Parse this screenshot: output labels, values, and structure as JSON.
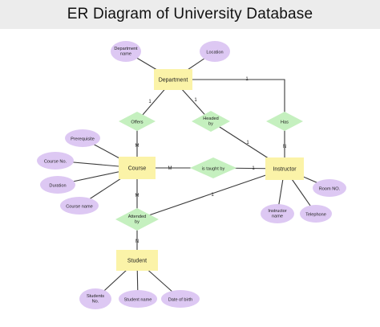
{
  "title": "ER Diagram of University Database",
  "colors": {
    "entity_fill": "#fbf3a8",
    "attribute_fill": "#ddc8f3",
    "relationship_fill": "#c5f0bf",
    "line": "#3a3a3a",
    "title_bg": "#ececec"
  },
  "entities": {
    "department": "Department",
    "course": "Course",
    "instructor": "Instructor",
    "student": "Student"
  },
  "relationships": {
    "offers": "Offers",
    "headed_by": "Headed by",
    "has": "Has",
    "is_taught_by": "is taught by",
    "attended_by": "Attended by"
  },
  "attributes": {
    "department_name": "Department name",
    "location": "Location",
    "prerequisite": "Prerequisite",
    "course_no": "Course No.",
    "duration": "Duration",
    "course_name": "Course name",
    "instructor_name": "Instructor name",
    "telephone": "Telephone",
    "room_no": "Room NO.",
    "students_no": "Students No.",
    "student_name": "Student name",
    "date_of_birth": "Date of birth"
  },
  "cardinalities": {
    "dept_offers": "1",
    "dept_headed": "1",
    "dept_has": "1",
    "offers_course": "M",
    "headed_instructor": "1",
    "has_instructor": "N",
    "course_taught": "M",
    "taught_instructor": "1",
    "course_attended": "M",
    "instructor_attended": "1",
    "attended_student": "N"
  }
}
